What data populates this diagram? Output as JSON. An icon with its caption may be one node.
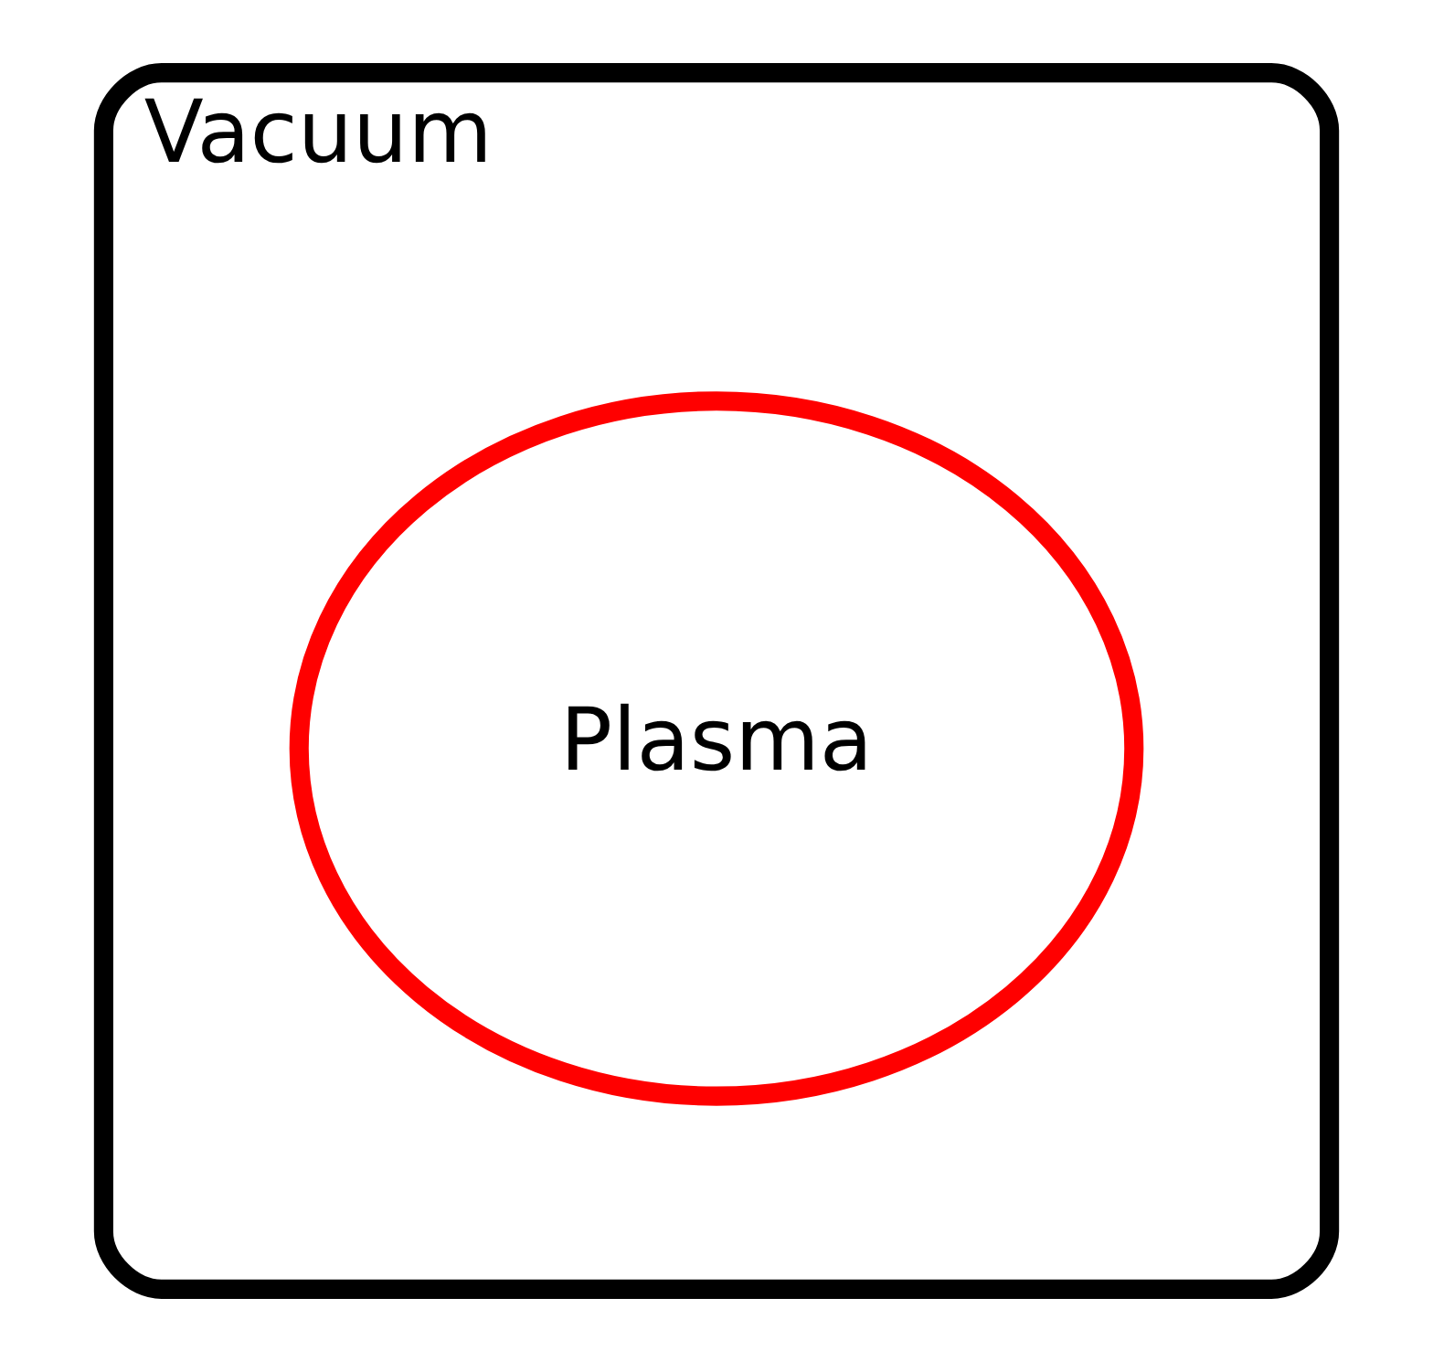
{
  "diagram": {
    "nodes": [
      {
        "text": [
          "Vacuum"
        ]
      },
      {
        "text": [
          "Plasma"
        ],
        "in": 0
      }
    ]
  }
}
